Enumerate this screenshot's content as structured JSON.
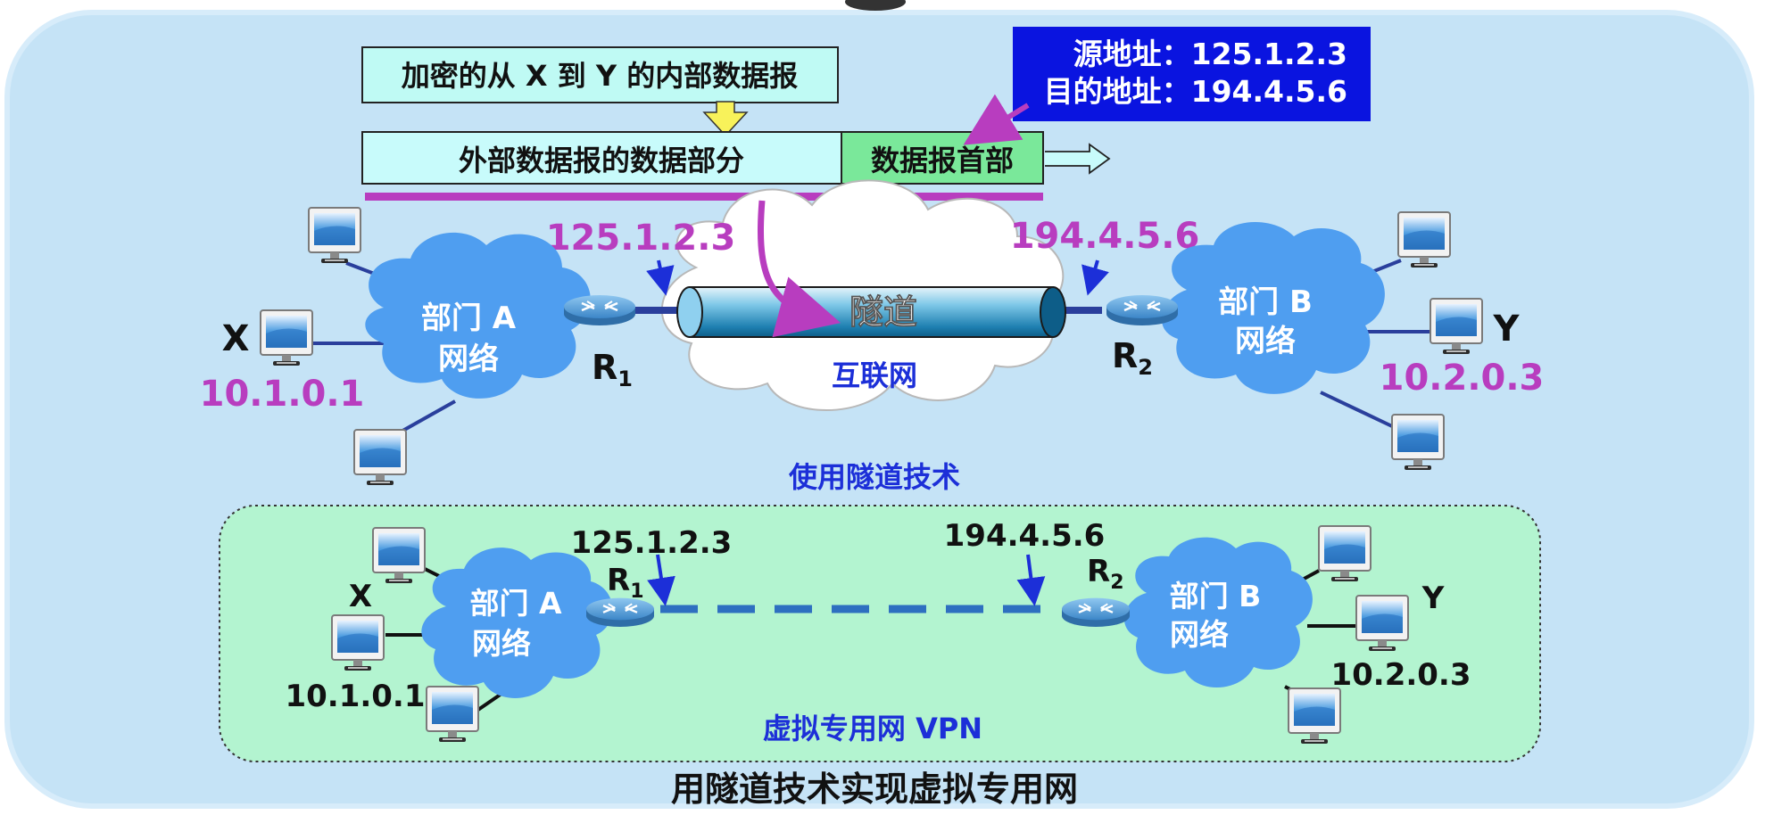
{
  "packet": {
    "inner_label": "加密的从 X 到 Y 的内部数据报",
    "outer_data_label": "外部数据报的数据部分",
    "header_label": "数据报首部"
  },
  "address_box": {
    "src": "源地址：125.1.2.3",
    "dst": "目的地址：194.4.5.6"
  },
  "top": {
    "r1_ip": "125.1.2.3",
    "r2_ip": "194.4.5.6",
    "tunnel_label": "隧道",
    "internet_label": "互联网",
    "caption": "使用隧道技术",
    "cloud_a": [
      "部门 A",
      "网络"
    ],
    "cloud_b": [
      "部门 B",
      "网络"
    ],
    "r1": "R",
    "r2": "R",
    "r1_sub": "1",
    "r2_sub": "2",
    "host_x": "X",
    "host_y": "Y",
    "ip_x": "10.1.0.1",
    "ip_y": "10.2.0.3"
  },
  "bottom": {
    "r1_ip": "125.1.2.3",
    "r2_ip": "194.4.5.6",
    "caption": "虚拟专用网 VPN",
    "cloud_a": [
      "部门 A",
      "网络"
    ],
    "cloud_b": [
      "部门 B",
      "网络"
    ],
    "r1": "R",
    "r2": "R",
    "r1_sub": "1",
    "r2_sub": "2",
    "host_x": "X",
    "host_y": "Y",
    "ip_x": "10.1.0.1",
    "ip_y": "10.2.0.3"
  },
  "title": "用隧道技术实现虚拟专用网",
  "colors": {
    "panel": "#c5e3f6",
    "vpn_panel": "#b3f4d0",
    "cloud": "#4f9ef0",
    "magenta": "#b83dbf",
    "blue_text": "#1c2fd8",
    "address_box": "#0a14e0",
    "packet_cyan": "#c8fbfb",
    "header_green": "#7ae89a",
    "inner_cyan": "#bffaf4"
  },
  "icons": [
    "computer-icon",
    "router-icon",
    "cloud-icon",
    "down-arrow-icon"
  ]
}
